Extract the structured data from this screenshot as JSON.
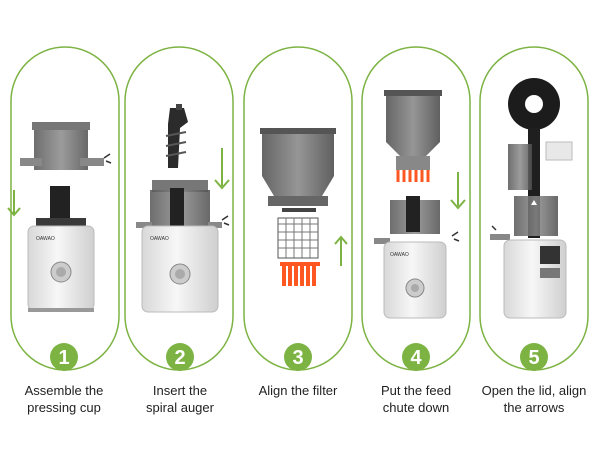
{
  "steps": [
    {
      "number": "1",
      "label": "Assemble the\npressing cup"
    },
    {
      "number": "2",
      "label": "Insert the\nspiral auger"
    },
    {
      "number": "3",
      "label": "Align the filter"
    },
    {
      "number": "4",
      "label": "Put the feed\nchute down"
    },
    {
      "number": "5",
      "label": "Open the lid, align\nthe arrows"
    }
  ],
  "brand": "OAWAO",
  "colors": {
    "accent": "#7cb342",
    "orange": "#ff5722",
    "body": "#e6e6e6",
    "dark": "#2a2a2a",
    "grey_part": "#6f6f6f"
  }
}
